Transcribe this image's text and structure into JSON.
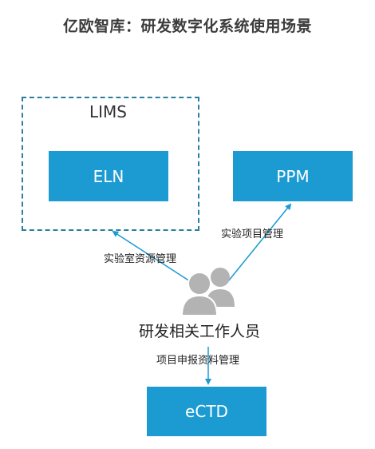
{
  "title": "亿欧智库：研发数字化系统使用场景",
  "lims": {
    "label": "LIMS"
  },
  "systems": {
    "eln": "ELN",
    "ppm": "PPM",
    "ectd": "eCTD"
  },
  "people": {
    "label": "研发相关工作人员",
    "icon": "people-icon"
  },
  "edges": {
    "lab_management": "实验室资源管理",
    "project_management": "实验项目管理",
    "filing_management": "项目申报资料管理"
  },
  "colors": {
    "system_box": "#1b9bd1",
    "arrow": "#1b9bd1",
    "lims_border": "#2a7fa0",
    "people_icon": "#b3b3b3"
  }
}
